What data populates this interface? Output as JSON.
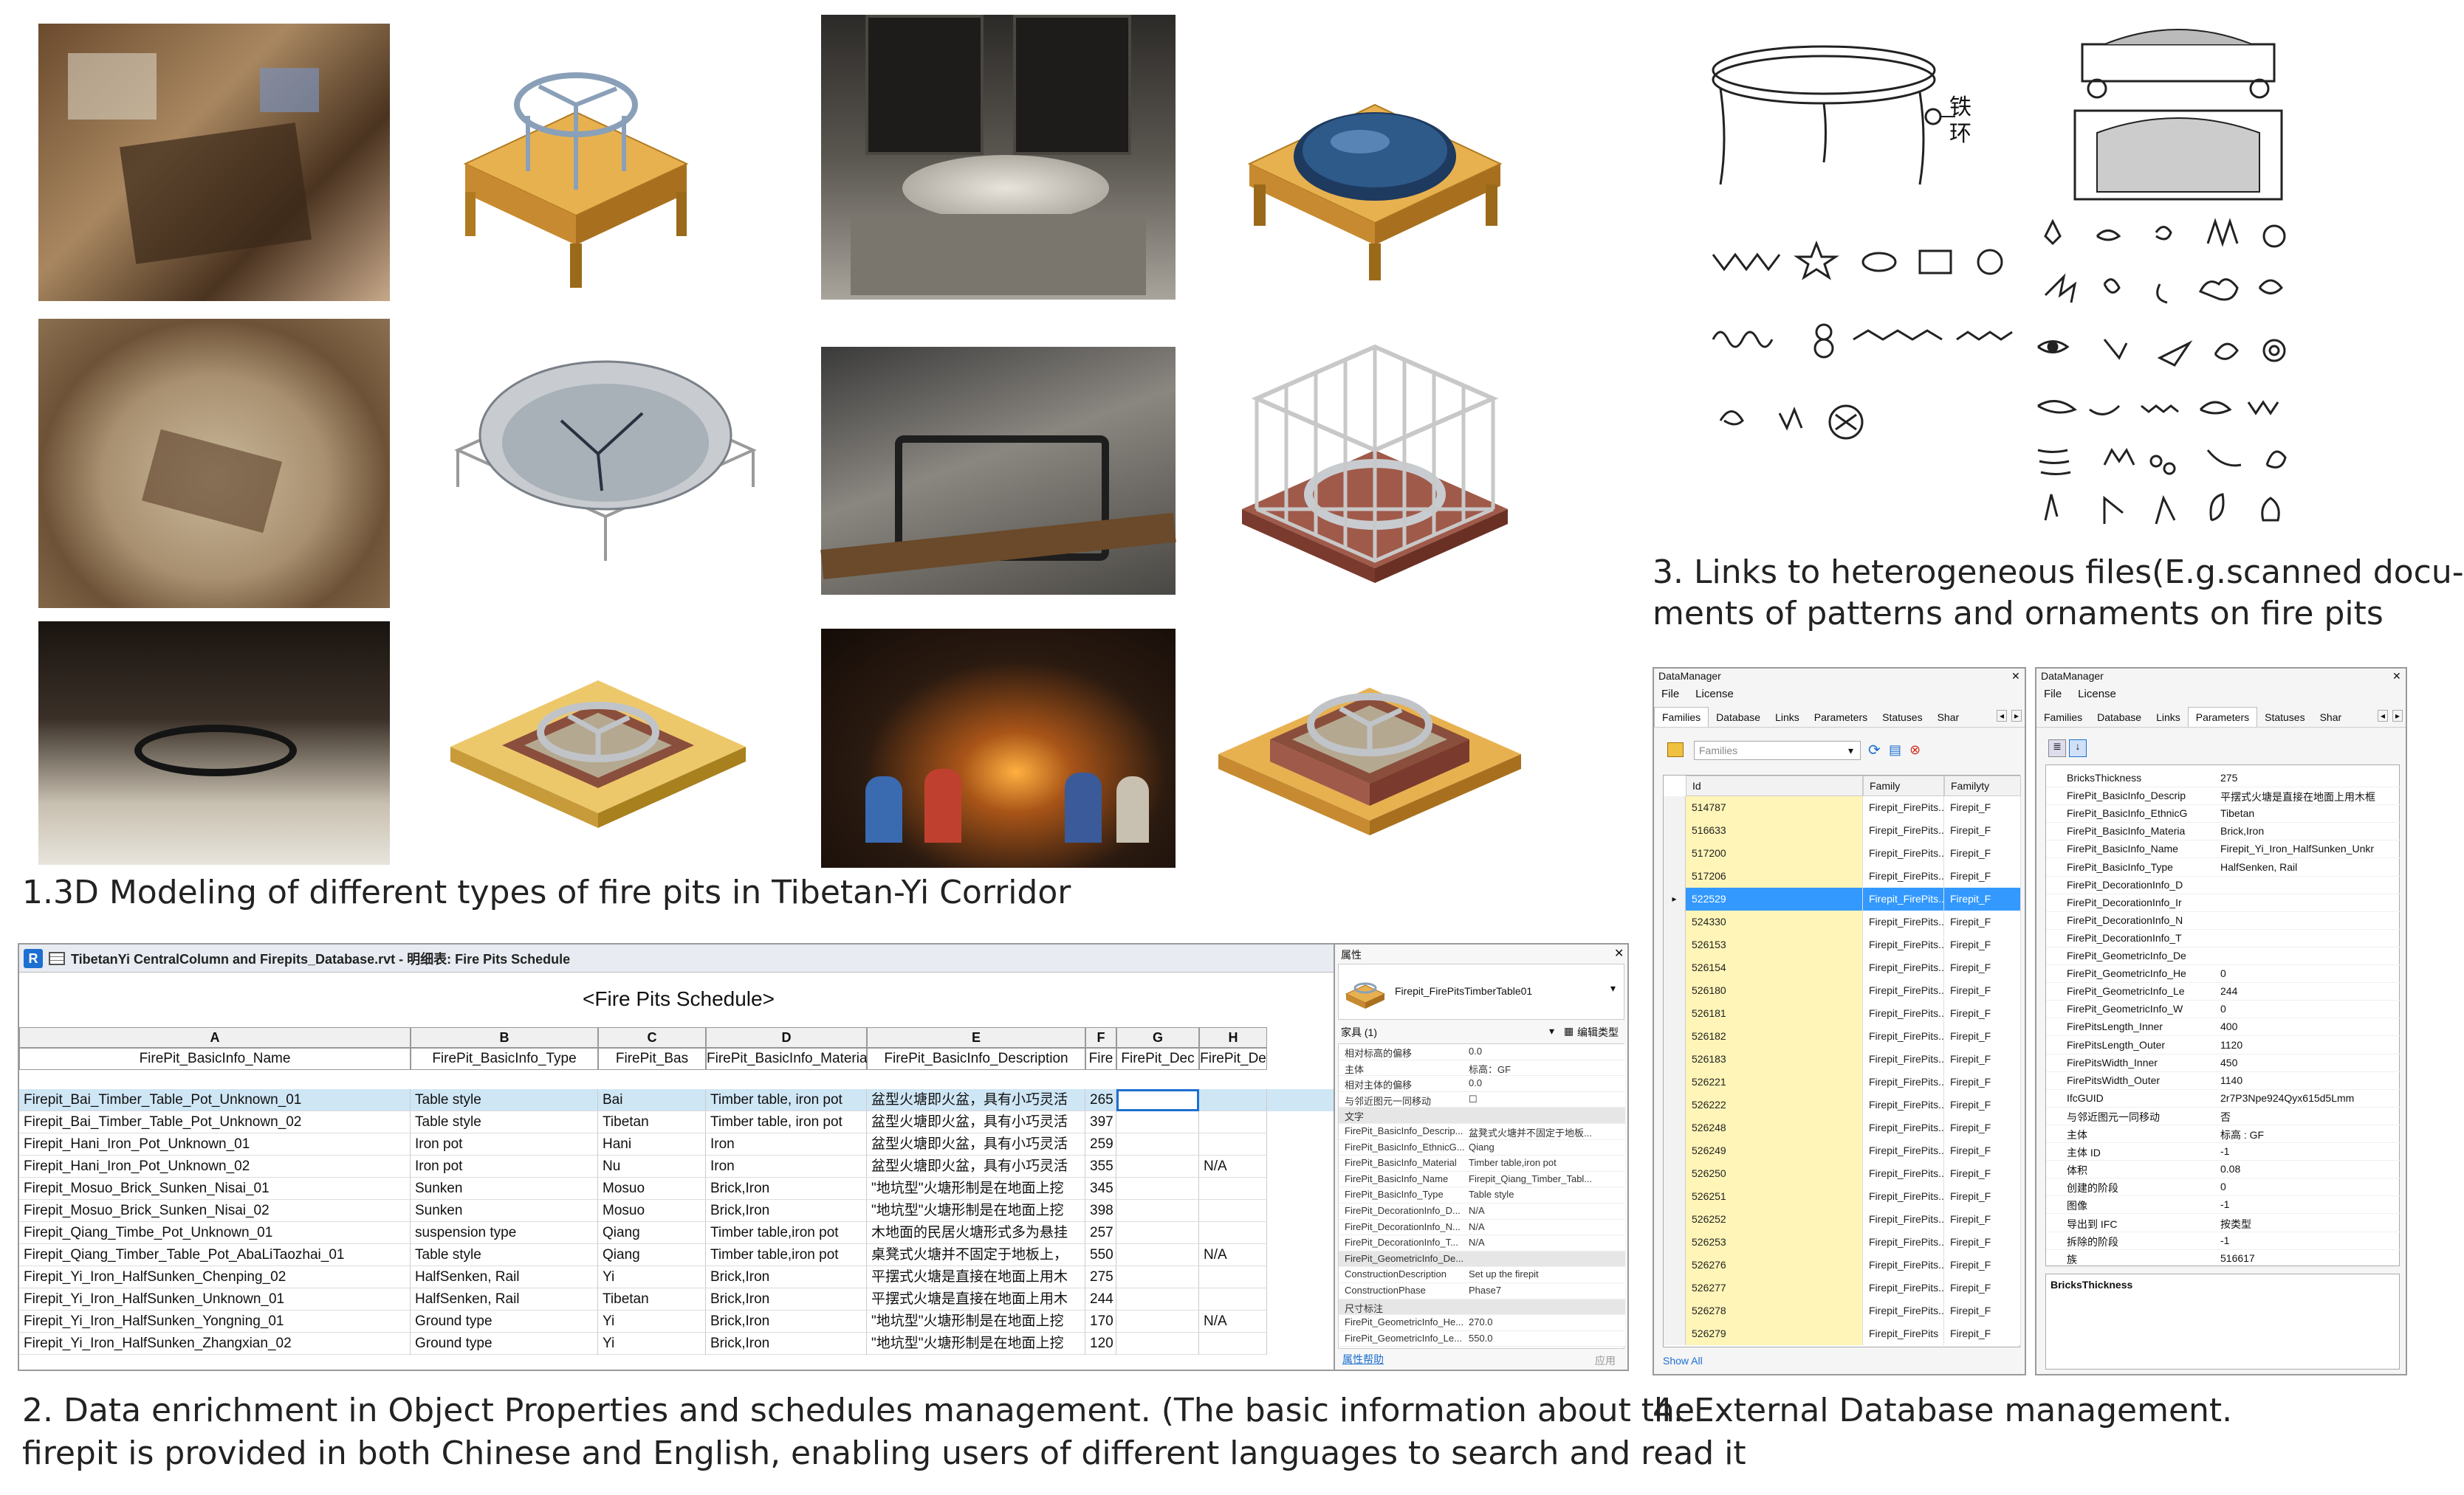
{
  "captions": {
    "c1": "1.3D Modeling of different types of fire pits in Tibetan-Yi Corridor",
    "c2a": "2. Data enrichment in Object Properties and schedules management. (The basic information about the",
    "c2b": "firepit is provided in both Chinese and English, enabling users of different languages to search and read it",
    "c3a": "3. Links to heterogeneous files(E.g.scanned docu-",
    "c3b": "ments of patterns and ornaments on fire pits",
    "c4": "4. External Database management."
  },
  "sketch": {
    "label": "铁环"
  },
  "schedule": {
    "title_bar": "TibetanYi CentralColumn and Firepits_Database.rvt - 明细表: Fire Pits Schedule",
    "app_icon": "R",
    "heading": "<Fire Pits Schedule>",
    "col_letters": [
      "A",
      "B",
      "C",
      "D",
      "E",
      "F",
      "G",
      "H"
    ],
    "col_names": [
      "FirePit_BasicInfo_Name",
      "FirePit_BasicInfo_Type",
      "FirePit_Bas",
      "FirePit_BasicInfo_Material",
      "FirePit_BasicInfo_Description",
      "Fire",
      "FirePit_Dec",
      "FirePit_De"
    ],
    "rows": [
      [
        "Firepit_Bai_Timber_Table_Pot_Unknown_01",
        "Table style",
        "Bai",
        "Timber table, iron pot",
        "盆型火塘即火盆，具有小巧灵活",
        "265",
        "",
        ""
      ],
      [
        "Firepit_Bai_Timber_Table_Pot_Unknown_02",
        "Table style",
        "Tibetan",
        "Timber table, iron pot",
        "盆型火塘即火盆，具有小巧灵活",
        "397",
        "",
        ""
      ],
      [
        "Firepit_Hani_Iron_Pot_Unknown_01",
        "Iron pot",
        "Hani",
        "Iron",
        "盆型火塘即火盆，具有小巧灵活",
        "259",
        "",
        ""
      ],
      [
        "Firepit_Hani_Iron_Pot_Unknown_02",
        "Iron pot",
        "Nu",
        "Iron",
        "盆型火塘即火盆，具有小巧灵活",
        "355",
        "",
        "N/A"
      ],
      [
        "Firepit_Mosuo_Brick_Sunken_Nisai_01",
        "Sunken",
        "Mosuo",
        "Brick,Iron",
        "\"地坑型\"火塘形制是在地面上挖",
        "345",
        "",
        ""
      ],
      [
        "Firepit_Mosuo_Brick_Sunken_Nisai_02",
        "Sunken",
        "Mosuo",
        "Brick,Iron",
        "\"地坑型\"火塘形制是在地面上挖",
        "398",
        "",
        ""
      ],
      [
        "Firepit_Qiang_Timbe_Pot_Unknown_01",
        "suspension type",
        "Qiang",
        "Timber table,iron pot",
        "木地面的民居火塘形式多为悬挂",
        "257",
        "",
        ""
      ],
      [
        "Firepit_Qiang_Timber_Table_Pot_AbaLiTaozhai_01",
        "Table style",
        "Qiang",
        "Timber table,iron pot",
        "桌凳式火塘并不固定于地板上，",
        "550",
        "",
        "N/A"
      ],
      [
        "Firepit_Yi_Iron_HalfSunken_Chenping_02",
        "HalfSenken, Rail",
        "Yi",
        "Brick,Iron",
        "平摆式火塘是直接在地面上用木",
        "275",
        "",
        ""
      ],
      [
        "Firepit_Yi_Iron_HalfSunken_Unknown_01",
        "HalfSenken, Rail",
        "Tibetan",
        "Brick,Iron",
        "平摆式火塘是直接在地面上用木",
        "244",
        "",
        ""
      ],
      [
        "Firepit_Yi_Iron_HalfSunken_Yongning_01",
        "Ground type",
        "Yi",
        "Brick,Iron",
        "\"地坑型\"火塘形制是在地面上挖",
        "170",
        "",
        "N/A"
      ],
      [
        "Firepit_Yi_Iron_HalfSunken_Zhangxian_02",
        "Ground type",
        "Yi",
        "Brick,Iron",
        "\"地坑型\"火塘形制是在地面上挖",
        "120",
        "",
        ""
      ]
    ]
  },
  "properties": {
    "title": "属性",
    "family_name": "Firepit_FirePitsTimberTable01",
    "selector": "家具 (1)",
    "edit_type": "编辑类型",
    "items": [
      [
        "相对标高的偏移",
        "0.0"
      ],
      [
        "主体",
        "标高：GF"
      ],
      [
        "相对主体的偏移",
        "0.0"
      ],
      [
        "与邻近图元一同移动",
        "☐"
      ],
      [
        "文字",
        ""
      ],
      [
        "FirePit_BasicInfo_Descrip...",
        "盆凳式火塘并不固定于地板..."
      ],
      [
        "FirePit_BasicInfo_EthnicG...",
        "Qiang"
      ],
      [
        "FirePit_BasicInfo_Material",
        "Timber table,iron pot"
      ],
      [
        "FirePit_BasicInfo_Name",
        "Firepit_Qiang_Timber_Tabl..."
      ],
      [
        "FirePit_BasicInfo_Type",
        "Table style"
      ],
      [
        "FirePit_DecorationInfo_D...",
        "N/A"
      ],
      [
        "FirePit_DecorationInfo_N...",
        "N/A"
      ],
      [
        "FirePit_DecorationInfo_T...",
        "N/A"
      ],
      [
        "FirePit_GeometricInfo_De...",
        ""
      ],
      [
        "ConstructionDescription",
        "Set up the firepit"
      ],
      [
        "ConstructionPhase",
        "Phase7"
      ],
      [
        "尺寸标注",
        ""
      ],
      [
        "FirePit_GeometricInfo_He...",
        "270.0"
      ],
      [
        "FirePit_GeometricInfo_Le...",
        "550.0"
      ]
    ],
    "help_link": "属性帮助",
    "apply": "应用"
  },
  "dm1": {
    "title": "DataManager",
    "menu": [
      "File",
      "License"
    ],
    "tabs": [
      "Families",
      "Database",
      "Links",
      "Parameters",
      "Statuses",
      "Shar"
    ],
    "filter_placeholder": "Families",
    "headers": [
      "Id",
      "Family",
      "Familyty"
    ],
    "rows": [
      [
        "514787",
        "Firepit_FirePits...",
        "Firepit_F"
      ],
      [
        "516633",
        "Firepit_FirePits...",
        "Firepit_F"
      ],
      [
        "517200",
        "Firepit_FirePits...",
        "Firepit_F"
      ],
      [
        "517206",
        "Firepit_FirePits...",
        "Firepit_F"
      ],
      [
        "522529",
        "Firepit_FirePits...",
        "Firepit_F"
      ],
      [
        "524330",
        "Firepit_FirePits...",
        "Firepit_F"
      ],
      [
        "526153",
        "Firepit_FirePits...",
        "Firepit_F"
      ],
      [
        "526154",
        "Firepit_FirePits...",
        "Firepit_F"
      ],
      [
        "526180",
        "Firepit_FirePits...",
        "Firepit_F"
      ],
      [
        "526181",
        "Firepit_FirePits...",
        "Firepit_F"
      ],
      [
        "526182",
        "Firepit_FirePits...",
        "Firepit_F"
      ],
      [
        "526183",
        "Firepit_FirePits...",
        "Firepit_F"
      ],
      [
        "526221",
        "Firepit_FirePits...",
        "Firepit_F"
      ],
      [
        "526222",
        "Firepit_FirePits...",
        "Firepit_F"
      ],
      [
        "526248",
        "Firepit_FirePits...",
        "Firepit_F"
      ],
      [
        "526249",
        "Firepit_FirePits...",
        "Firepit_F"
      ],
      [
        "526250",
        "Firepit_FirePits...",
        "Firepit_F"
      ],
      [
        "526251",
        "Firepit_FirePits...",
        "Firepit_F"
      ],
      [
        "526252",
        "Firepit_FirePits...",
        "Firepit_F"
      ],
      [
        "526253",
        "Firepit_FirePits...",
        "Firepit_F"
      ],
      [
        "526276",
        "Firepit_FirePits...",
        "Firepit_F"
      ],
      [
        "526277",
        "Firepit_FirePits...",
        "Firepit_F"
      ],
      [
        "526278",
        "Firepit_FirePits...",
        "Firepit_F"
      ],
      [
        "526279",
        "Firepit_FirePits",
        "Firepit_F"
      ]
    ],
    "selected_row": 4,
    "show_all": "Show All"
  },
  "dm2": {
    "title": "DataManager",
    "menu": [
      "File",
      "License"
    ],
    "tabs": [
      "Families",
      "Database",
      "Links",
      "Parameters",
      "Statuses",
      "Shar"
    ],
    "active_tab": 3,
    "params": [
      [
        "BricksThickness",
        "275"
      ],
      [
        "FirePit_BasicInfo_Descrip",
        "平摆式火塘是直接在地面上用木框"
      ],
      [
        "FirePit_BasicInfo_EthnicG",
        "Tibetan"
      ],
      [
        "FirePit_BasicInfo_Materia",
        "Brick,Iron"
      ],
      [
        "FirePit_BasicInfo_Name",
        "Firepit_Yi_Iron_HalfSunken_Unkr"
      ],
      [
        "FirePit_BasicInfo_Type",
        "HalfSenken, Rail"
      ],
      [
        "FirePit_DecorationInfo_D",
        ""
      ],
      [
        "FirePit_DecorationInfo_Ir",
        ""
      ],
      [
        "FirePit_DecorationInfo_N",
        ""
      ],
      [
        "FirePit_DecorationInfo_T",
        ""
      ],
      [
        "FirePit_GeometricInfo_De",
        ""
      ],
      [
        "FirePit_GeometricInfo_He",
        "0"
      ],
      [
        "FirePit_GeometricInfo_Le",
        "244"
      ],
      [
        "FirePit_GeometricInfo_W",
        "0"
      ],
      [
        "FirePitsLength_Inner",
        "400"
      ],
      [
        "FirePitsLength_Outer",
        "1120"
      ],
      [
        "FirePitsWidth_Inner",
        "450"
      ],
      [
        "FirePitsWidth_Outer",
        "1140"
      ],
      [
        "IfcGUID",
        "2r7P3Npe924Qyx615d5Lmm"
      ],
      [
        "与邻近图元一同移动",
        "否"
      ],
      [
        "主体",
        "标高 : GF"
      ],
      [
        "主体 ID",
        "-1"
      ],
      [
        "体积",
        "0.08"
      ],
      [
        "创建的阶段",
        "0"
      ],
      [
        "图像",
        "-1"
      ],
      [
        "导出到 IFC",
        "按类型"
      ],
      [
        "拆除的阶段",
        "-1"
      ],
      [
        "族",
        "516617"
      ]
    ],
    "footer_label": "BricksThickness"
  },
  "colors": {
    "selection_blue": "#3399ff",
    "id_yellow": "#fff5b8",
    "revit_blue": "#1d6fd1",
    "wood": "#d9a441"
  }
}
